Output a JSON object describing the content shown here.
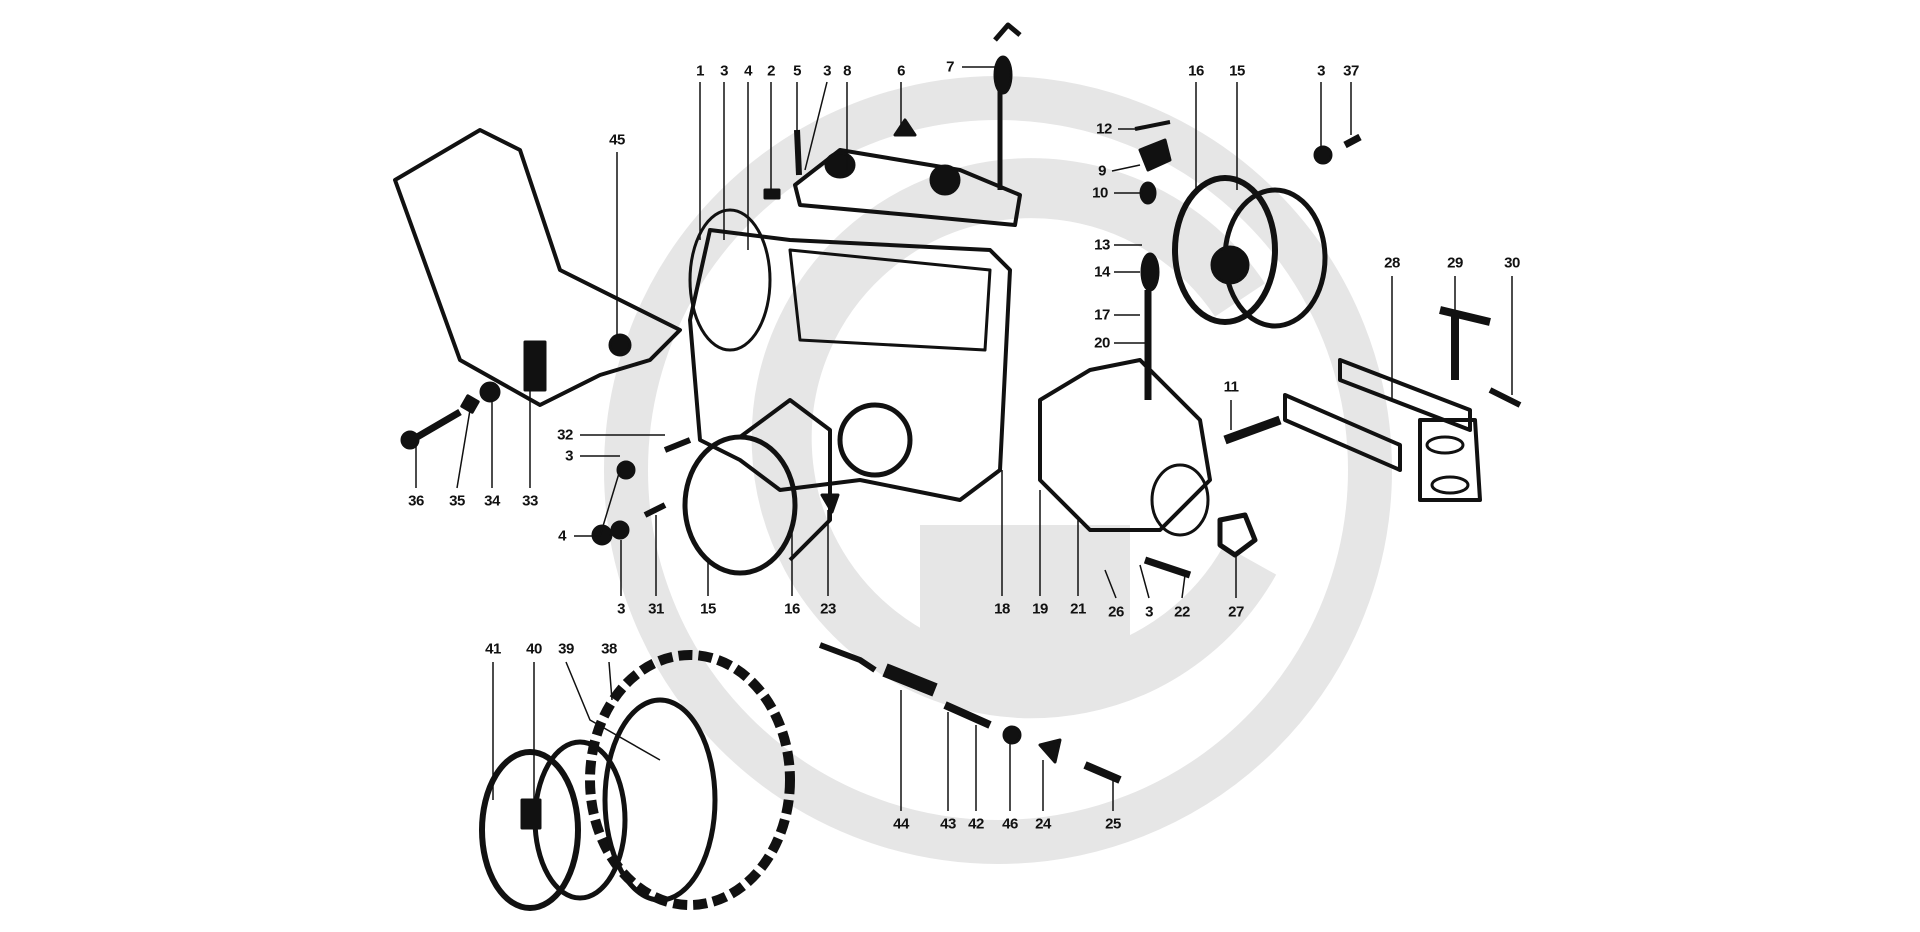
{
  "diagram": {
    "title": "Exploded parts diagram - tractor transmission housing",
    "colors": {
      "ink": "#111111",
      "watermark": "#e6e6e6"
    },
    "labels": [
      "1",
      "3",
      "4",
      "2",
      "5",
      "3",
      "8",
      "6",
      "7",
      "16",
      "15",
      "3",
      "37",
      "45",
      "12",
      "9",
      "10",
      "13",
      "14",
      "17",
      "20",
      "28",
      "29",
      "30",
      "11",
      "32",
      "3",
      "4",
      "3",
      "31",
      "15",
      "16",
      "23",
      "36",
      "35",
      "34",
      "33",
      "18",
      "19",
      "21",
      "26",
      "3",
      "22",
      "27",
      "41",
      "40",
      "39",
      "38",
      "44",
      "43",
      "42",
      "46",
      "24",
      "25"
    ]
  }
}
